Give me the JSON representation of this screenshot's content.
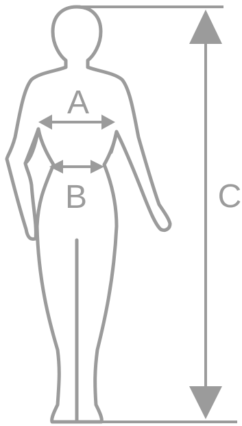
{
  "labels": {
    "a": "A",
    "b": "B",
    "c": "C"
  },
  "colors": {
    "line": "#9b9b9b",
    "background": "#ffffff"
  }
}
